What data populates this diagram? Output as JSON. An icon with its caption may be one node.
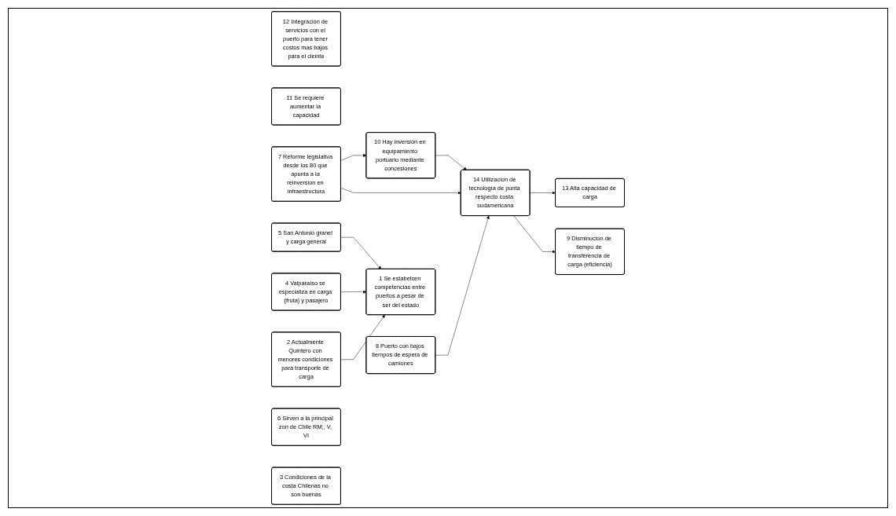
{
  "diagram": {
    "nodes": [
      {
        "text": [
          "12 Integración de servicios con el puerto para tener costos mas bajos para el cleinte"
        ]
      },
      {
        "text": [
          "10 Hay inversión en equipamiento portuario mediante concesiones"
        ]
      },
      {
        "text": [
          "11 Se requiere aumentar la capacidad"
        ]
      },
      {
        "text": [
          "8 Puerto con bajos tiempos de espera de camiones"
        ]
      },
      {
        "text": [
          "1 Se estabelcen competencias entre puertos a pesar de ser del estado"
        ]
      },
      {
        "text": [
          "14 Utilizacion de tecnología de punta respecto costa sudamericana"
        ]
      },
      {
        "text": [
          "7 Reforme legislativa desde los 80 que apunta a la reinversion en infraestructura"
        ]
      },
      {
        "text": [
          "13 Alta capacidad de carga"
        ]
      },
      {
        "text": [
          "2 Actualmente Quintero con menores condiciones para transporte de carga"
        ]
      },
      {
        "text": [
          "4 Valparaíso se especializa en carga (fruta) y pasajero"
        ]
      },
      {
        "text": [
          "5 San Antonio granel y carga general"
        ]
      },
      {
        "text": [
          "6 Sirven a la principal zon de Chile RM;, V, VI"
        ]
      },
      {
        "text": [
          "9 Disminución de tiempo de transferencia de carga (eficiencia)"
        ]
      },
      {
        "text": [
          "3 Condiciones de la costa Chilenas no son buenas"
        ]
      }
    ],
    "edges": [
      {
        "from": 6,
        "to": 1,
        "arrow": "to"
      },
      {
        "from": 1,
        "to": 5,
        "arrow": "to"
      },
      {
        "from": 6,
        "to": 5,
        "arrow": "to"
      },
      {
        "from": 10,
        "to": 4,
        "arrow": "to"
      },
      {
        "from": 9,
        "to": 4,
        "arrow": "to"
      },
      {
        "from": 8,
        "to": 4,
        "arrow": "to"
      },
      {
        "from": 3,
        "to": 5,
        "arrow": "to"
      },
      {
        "from": 5,
        "to": 7,
        "arrow": "to"
      },
      {
        "from": 5,
        "to": 12,
        "arrow": "to"
      }
    ]
  }
}
